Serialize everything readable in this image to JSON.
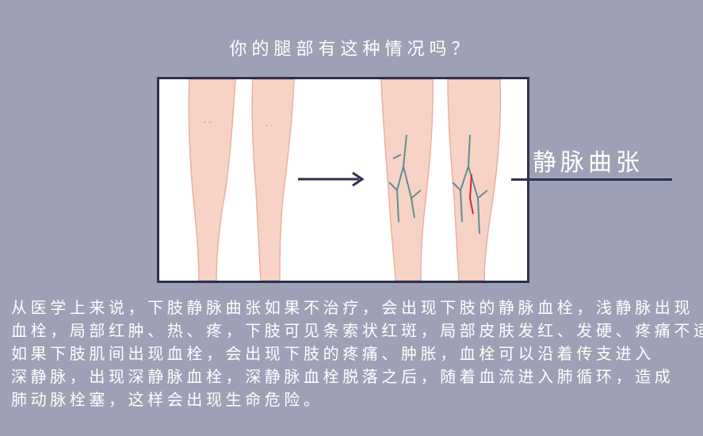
{
  "title": "你的腿部有这种情况吗？",
  "label": "静脉曲张",
  "colors": {
    "background": "#9ea1b5",
    "frame": "#2e3150",
    "skin": "#f7d3c6",
    "vein": "#5f8e95",
    "red_vein": "#d9262b"
  },
  "body_lines": [
    "从医学上来说，下肢静脉曲张如果不治疗，会出现下肢的静脉血栓，浅静脉出现",
    "血栓，局部红肿、热、疼，下肢可见条索状红斑，局部皮肤发红、发硬、疼痛不适，",
    "如果下肢肌间出现血栓，会出现下肢的疼痛、肿胀，血栓可以沿着传支进入",
    "深静脉，出现深静脉血栓，深静脉血栓脱落之后，随着血流进入肺循环，造成",
    "肺动脉栓塞，这样会出现生命危险。"
  ]
}
